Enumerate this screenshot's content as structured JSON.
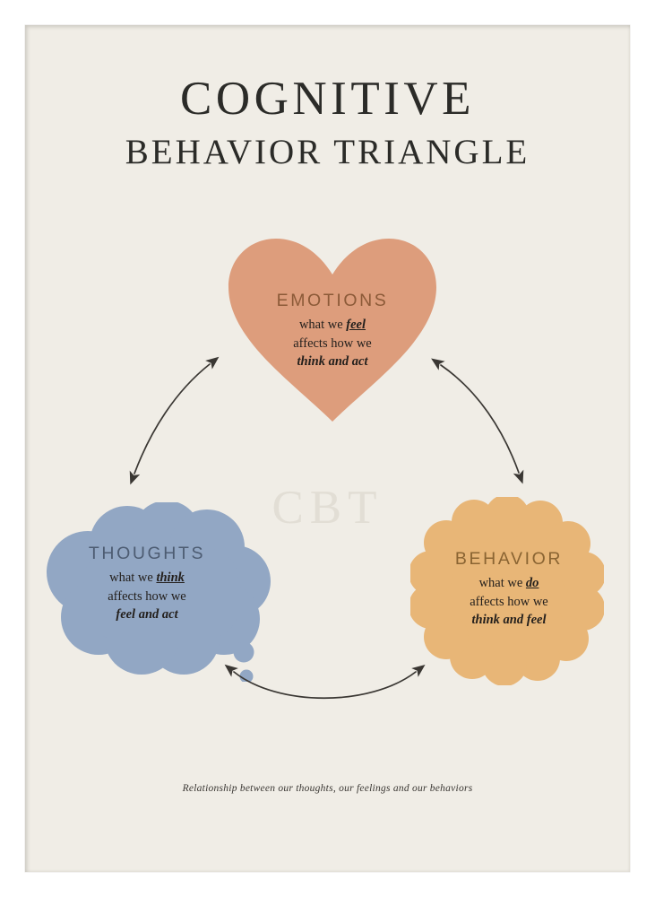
{
  "poster": {
    "title_line_1": "COGNITIVE",
    "title_line_2": "BEHAVIOR TRIANGLE",
    "watermark": "CBT",
    "caption": "Relationship between our thoughts, our feelings and our behaviors",
    "background_color": "#F0EDE6",
    "frame_color": "#FFFFFF",
    "title_color": "#2B2B28",
    "watermark_color": "#E2DED5"
  },
  "nodes": {
    "emotions": {
      "heading": "EMOTIONS",
      "line_1_prefix": "what we ",
      "line_1_emphasis": "feel",
      "line_2": "affects how we",
      "line_3": "think and act",
      "shape": "heart",
      "fill_color": "#DD9D7C",
      "heading_color": "#8C5A38"
    },
    "thoughts": {
      "heading": "THOUGHTS",
      "line_1_prefix": "what we ",
      "line_1_emphasis": "think",
      "line_2": "affects how we",
      "line_3": "feel and act",
      "shape": "thought-bubble",
      "fill_color": "#92A7C4",
      "heading_color": "#4D5C72"
    },
    "behavior": {
      "heading": "BEHAVIOR",
      "line_1_prefix": "what we ",
      "line_1_emphasis": "do",
      "line_2": "affects how we",
      "line_3": "think and feel",
      "shape": "starburst",
      "fill_color": "#E8B677",
      "heading_color": "#8A6432"
    }
  },
  "arrows": {
    "stroke_color": "#3A3733",
    "items": [
      {
        "name": "arrow-thoughts-emotions",
        "double_headed": true
      },
      {
        "name": "arrow-emotions-behavior",
        "double_headed": true
      },
      {
        "name": "arrow-thoughts-behavior",
        "double_headed": true
      }
    ]
  }
}
